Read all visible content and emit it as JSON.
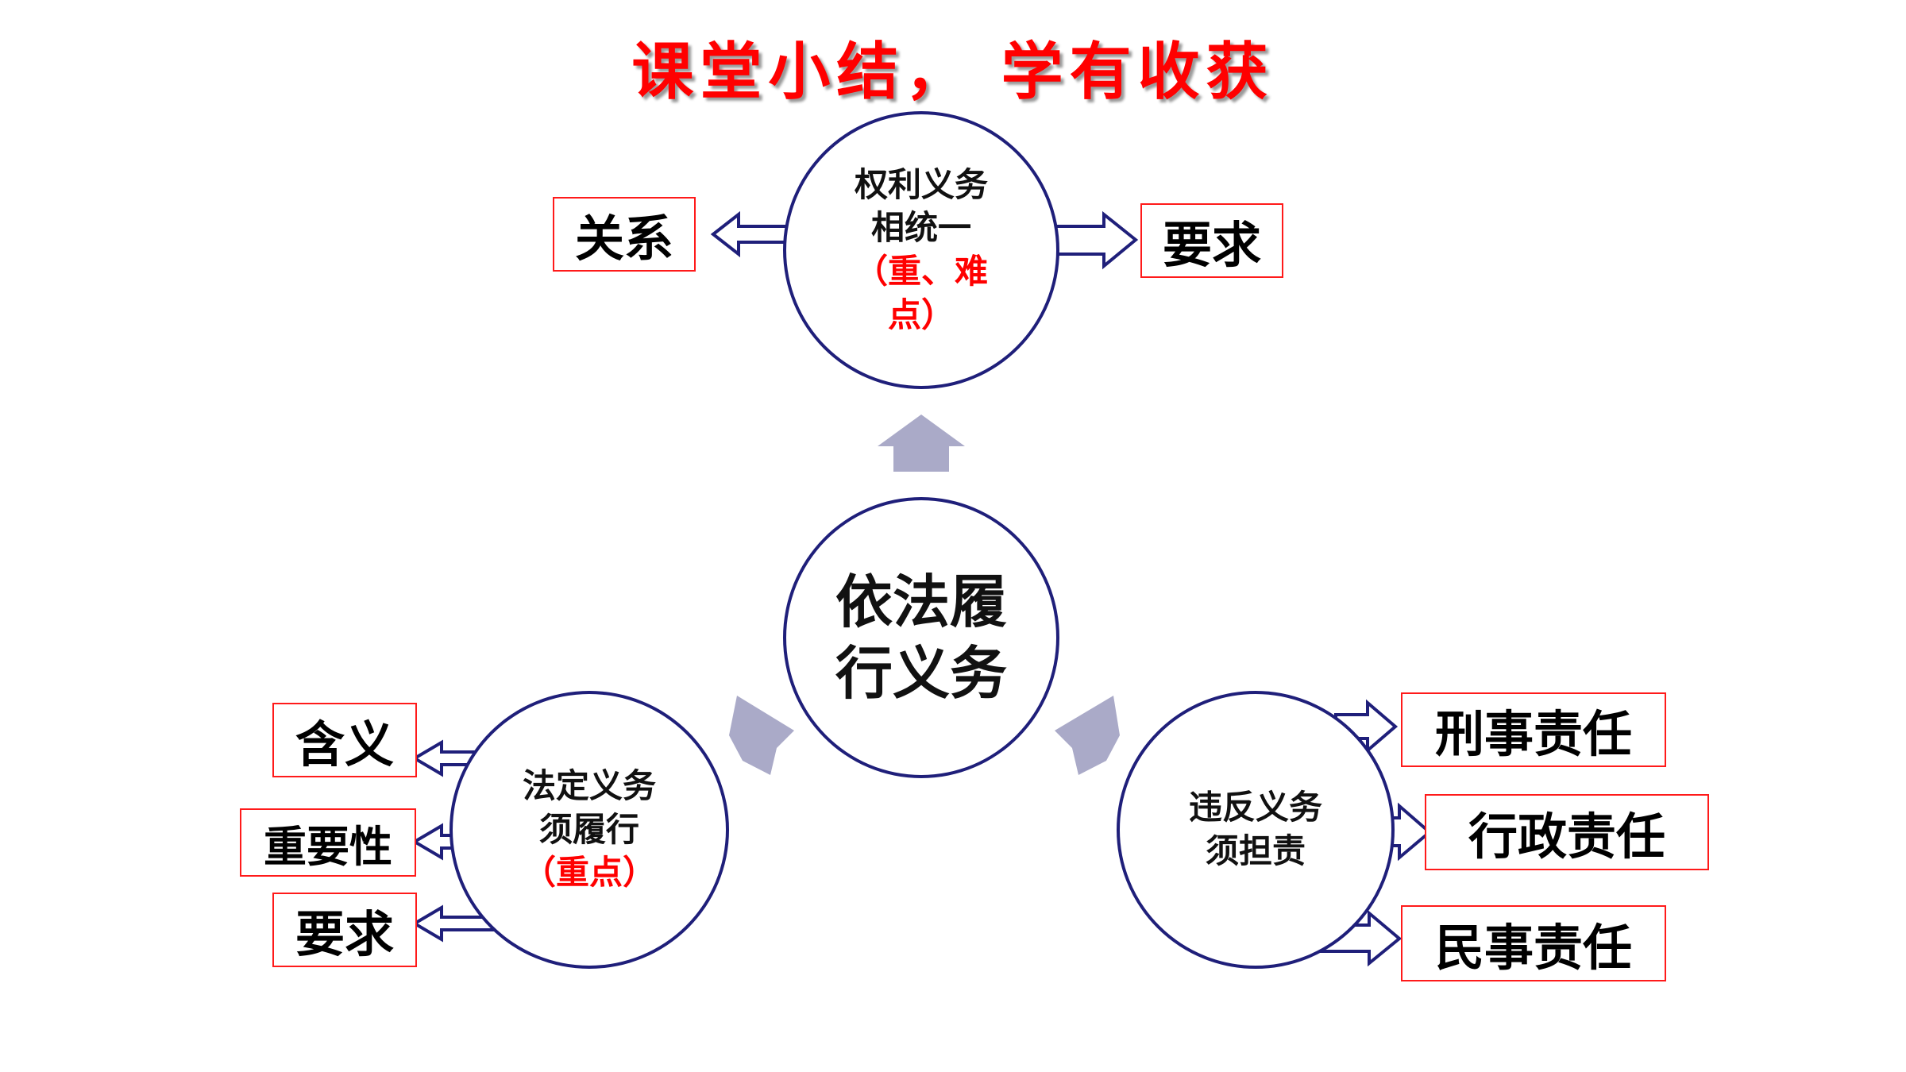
{
  "title": "课堂小结， 学有收获",
  "center": {
    "line1": "依法履",
    "line2": "行义务"
  },
  "top": {
    "line1": "权利义务",
    "line2": "相统一",
    "note1": "（重、难",
    "note2": "点）",
    "left_box": "关系",
    "right_box": "要求"
  },
  "left": {
    "line1": "法定义务",
    "line2": "须履行",
    "note": "（重点）",
    "boxes": [
      "含义",
      "重要性",
      "要求"
    ]
  },
  "right": {
    "line1": "违反义务",
    "line2": "须担责",
    "boxes": [
      "刑事责任",
      "行政责任",
      "民事责任"
    ]
  },
  "colors": {
    "title": "#ff0000",
    "circle_border": "#1f1f7a",
    "box_border": "#ff1a1a",
    "arrow_fill": "#aaaac8"
  }
}
